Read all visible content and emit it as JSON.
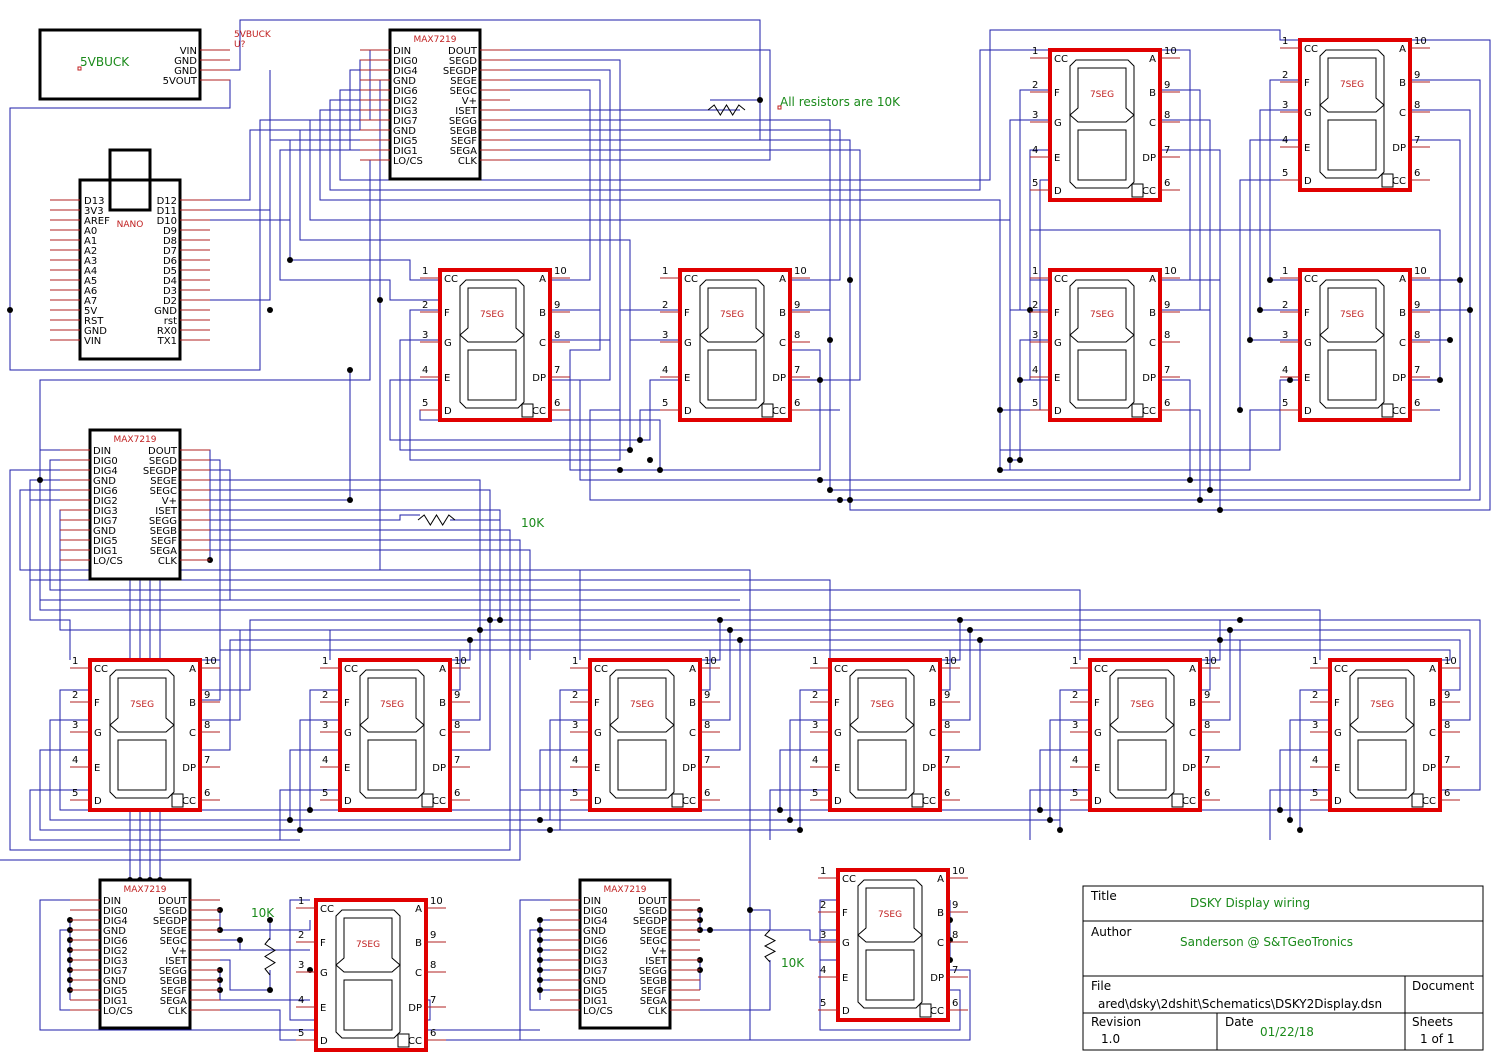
{
  "power_module": {
    "name": "5VBUCK",
    "ref_label": "5VBUCK",
    "ref": "U?",
    "pins": [
      "VIN",
      "GND",
      "GND",
      "5VOUT"
    ]
  },
  "nano": {
    "name": "NANO",
    "left_pins": [
      "D13",
      "3V3",
      "AREF",
      "A0",
      "A1",
      "A2",
      "A3",
      "A4",
      "A5",
      "A6",
      "A7",
      "5V",
      "RST",
      "GND",
      "VIN"
    ],
    "right_pins": [
      "D12",
      "D11",
      "D10",
      "D9",
      "D8",
      "D7",
      "D6",
      "D5",
      "D4",
      "D3",
      "D2",
      "GND",
      "rst",
      "RX0",
      "TX1"
    ]
  },
  "driver": {
    "name": "MAX7219",
    "left_pins": [
      "DIN",
      "DIG0",
      "DIG4",
      "GND",
      "DIG6",
      "DIG2",
      "DIG3",
      "DIG7",
      "GND",
      "DIG5",
      "DIG1",
      "LO/CS"
    ],
    "right_pins": [
      "DOUT",
      "SEGD",
      "SEGDP",
      "SEGE",
      "SEGC",
      "V+",
      "ISET",
      "SEGG",
      "SEGB",
      "SEGF",
      "SEGA",
      "CLK"
    ]
  },
  "display": {
    "name": "7SEG",
    "left_pins": [
      {
        "num": "1",
        "name": "CC"
      },
      {
        "num": "2",
        "name": "F"
      },
      {
        "num": "3",
        "name": "G"
      },
      {
        "num": "4",
        "name": "E"
      },
      {
        "num": "5",
        "name": "D"
      }
    ],
    "right_pins": [
      {
        "num": "10",
        "name": "A"
      },
      {
        "num": "9",
        "name": "B"
      },
      {
        "num": "8",
        "name": "C"
      },
      {
        "num": "7",
        "name": "DP"
      },
      {
        "num": "6",
        "name": "CC"
      }
    ]
  },
  "notes": {
    "resistors": "All resistors are 10K",
    "r_value": "10K"
  },
  "title_block": {
    "title_label": "Title",
    "title": "DSKY Display wiring",
    "author_label": "Author",
    "author": "Sanderson @ S&TGeoTronics",
    "file_label": "File",
    "file": "ared\\dsky\\2dshit\\Schematics\\DSKY2Display.dsn",
    "document_label": "Document",
    "revision_label": "Revision",
    "revision": "1.0",
    "date_label": "Date",
    "date": "01/22/18",
    "sheets_label": "Sheets",
    "sheets": "1 of 1"
  }
}
